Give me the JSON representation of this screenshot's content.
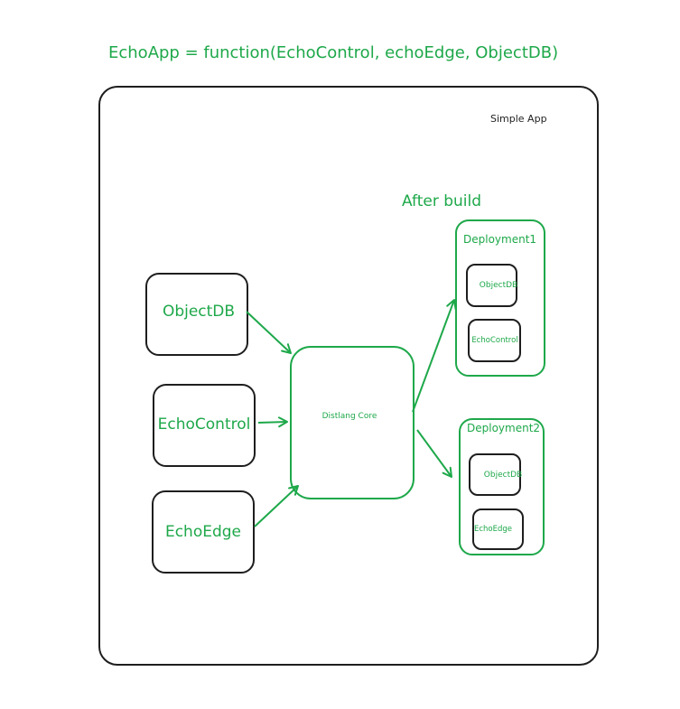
{
  "colors": {
    "accent": "#1ea84a",
    "ink": "#1e1e1e",
    "background": "#ffffff"
  },
  "heading": "EchoApp = function(EchoControl, echoEdge, ObjectDB)",
  "frame_label": "Simple App",
  "after_build_label": "After build",
  "inputs": {
    "objectdb": "ObjectDB",
    "echocontrol": "EchoControl",
    "echoedge": "EchoEdge"
  },
  "core_label": "Distlang Core",
  "deployment1": {
    "title": "Deployment1",
    "objectdb": "ObjectDB",
    "echocontrol": "EchoControl"
  },
  "deployment2": {
    "title": "Deployment2",
    "objectdb": "ObjectDB",
    "echoedge": "EchoEdge"
  }
}
